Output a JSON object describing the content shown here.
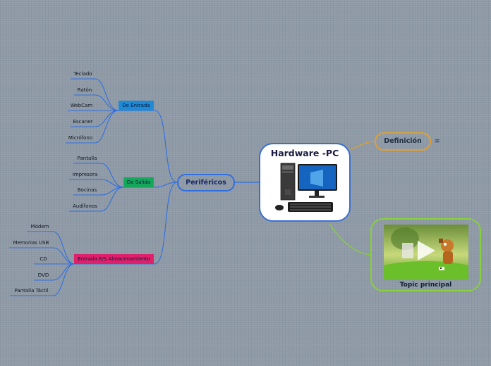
{
  "central": {
    "title": "Hardware -PC",
    "image": "desktop-computer-image"
  },
  "perifericos": {
    "label": "Periféricos"
  },
  "definicion": {
    "label": "Definición",
    "note_icon": "≡"
  },
  "topic_principal": {
    "label": "Topic principal",
    "image": "video-thumbnail"
  },
  "categories": [
    {
      "id": "entrada",
      "label": "De Entrada",
      "color": "#1f8ad6",
      "leaves": [
        "Teclado",
        "Ratón",
        "WebCam",
        "Escaner",
        "Micrófono"
      ]
    },
    {
      "id": "salida",
      "label": "De Salida",
      "color": "#16a85a",
      "leaves": [
        "Pantalla",
        "Impresora",
        "Bocinas",
        "Audífonos"
      ]
    },
    {
      "id": "es",
      "label": "Entrada E/S Almacenamiento",
      "color": "#e0206a",
      "leaves": [
        "Módem",
        "Memorias USB",
        "CD",
        "DVD",
        "Pantalla Táctil"
      ]
    }
  ],
  "colors": {
    "branch": "#2f6fe0",
    "definition": "#e0a02e",
    "topic": "#86d13a"
  }
}
